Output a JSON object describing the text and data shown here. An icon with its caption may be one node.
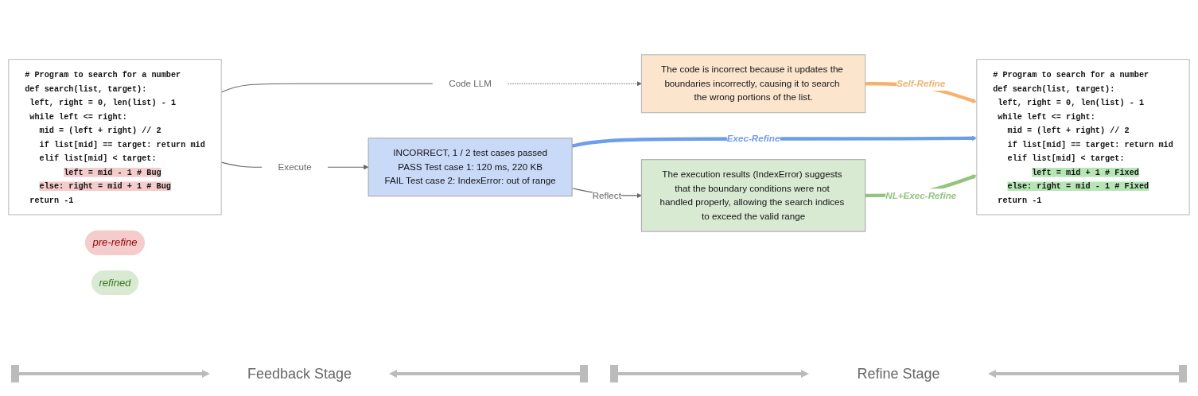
{
  "diagram": {
    "nodes": [
      {
        "text": [
          "# Program to search for a number",
          "def search(list, target):",
          "left, right = 0, len(list) - 1",
          "while left <= right:",
          "mid = (left + right) // 2",
          "if list[mid] == target: return mid",
          "elif list[mid] < target:",
          "left = mid - 1 # Bug",
          "else: right = mid + 1 # Bug",
          "return -1"
        ]
      },
      {
        "text": [
          "pre-refine"
        ]
      },
      {
        "text": [
          "Code LLM"
        ]
      },
      {
        "text": [
          "The code is incorrect because it updates the boundaries incorrectly, causing it to search the wrong portions of the list."
        ]
      },
      {
        "text": [
          "Execute"
        ]
      },
      {
        "text": [
          "INCORRECT, 1 / 2  test cases passed",
          "PASS Test case 1: 120 ms, 220 KB",
          "FAIL Test case 2: IndexError: out of range"
        ]
      },
      {
        "text": [
          "The execution results (IndexError) suggests that the boundary conditions were not handled properly, allowing the search indices to exceed the valid range"
        ]
      },
      {
        "text": [
          "# Program to search for a number",
          "def search(list, target):",
          "left, right = 0, len(list) - 1",
          "while left <= right:",
          "mid = (left + right) // 2",
          "if list[mid] == target: return mid",
          "elif list[mid] < target:",
          "left = mid + 1 # Fixed",
          "else: right = mid - 1 # Fixed",
          "return -1"
        ]
      },
      {
        "text": [
          "refined"
        ]
      }
    ],
    "edges": [
      {
        "from": 0,
        "to": 2,
        "arrow": "none"
      },
      {
        "from": 2,
        "to": 3,
        "arrow": "to",
        "style": "dashed"
      },
      {
        "from": 0,
        "to": 4,
        "arrow": "none"
      },
      {
        "from": 4,
        "to": 5,
        "arrow": "to"
      },
      {
        "from": 5,
        "to": 6,
        "arrow": "to",
        "label": "Reflect"
      },
      {
        "from": 3,
        "to": 7,
        "arrow": "to",
        "label": "Self-Refine",
        "style": "thick",
        "color": "#f6b26b"
      },
      {
        "from": 5,
        "to": 7,
        "arrow": "to",
        "label": "Exec-Refine",
        "style": "thick",
        "color": "#6d9eeb"
      },
      {
        "from": 6,
        "to": 7,
        "arrow": "to",
        "label": "NL+Exec-Refine",
        "style": "thick",
        "color": "#93c47d"
      }
    ],
    "labels": [
      "Feedback Stage",
      "Refine Stage"
    ]
  }
}
